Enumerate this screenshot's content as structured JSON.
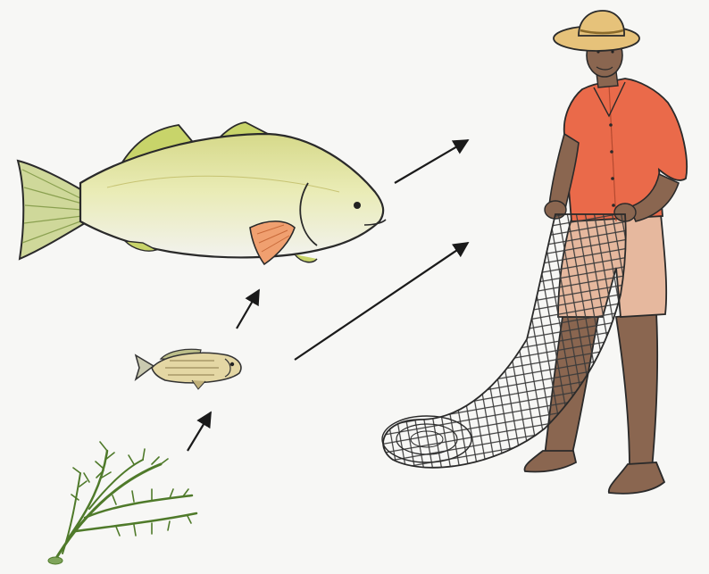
{
  "diagram": {
    "type": "food-chain",
    "nodes": [
      {
        "id": "plant",
        "icon": "aquatic-plant-icon"
      },
      {
        "id": "small-fish",
        "icon": "small-fish-icon"
      },
      {
        "id": "large-fish",
        "icon": "large-fish-icon"
      },
      {
        "id": "fisherman",
        "icon": "fisherman-with-net-icon"
      }
    ],
    "edges": [
      {
        "from": "plant",
        "to": "small-fish"
      },
      {
        "from": "small-fish",
        "to": "large-fish"
      },
      {
        "from": "small-fish",
        "to": "fisherman"
      },
      {
        "from": "large-fish",
        "to": "fisherman"
      }
    ]
  },
  "colors": {
    "background": "#f7f7f5",
    "arrow": "#1a1a1a",
    "plant": "#4f7a2a",
    "large_fish_body": "#dfe29a",
    "large_fish_fin": "#c8d46a",
    "large_fish_orange_fin": "#f0a070",
    "small_fish_body": "#e4d7a4",
    "shirt": "#ea6a4a",
    "shorts": "#e6b89e",
    "skin": "#8a6650",
    "hat": "#e6c27a",
    "net": "#3a3a3a"
  }
}
